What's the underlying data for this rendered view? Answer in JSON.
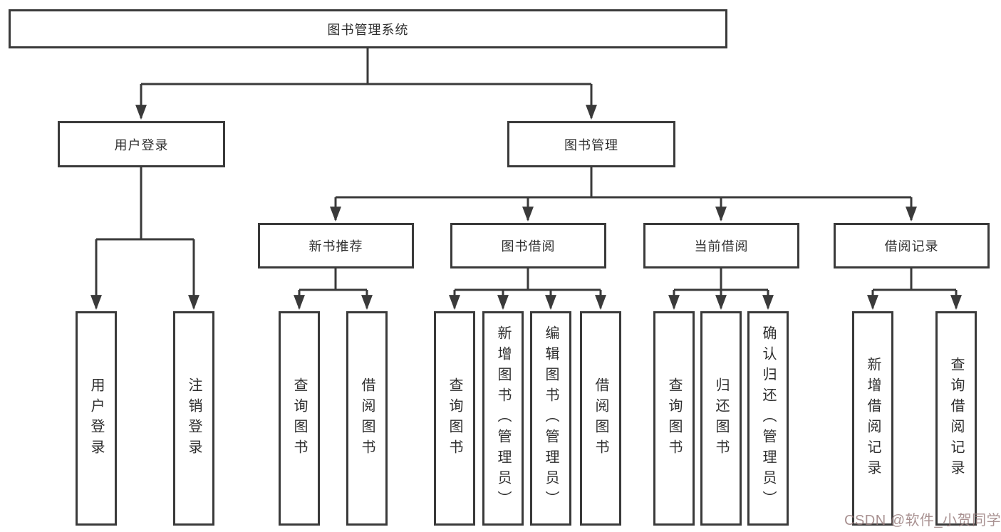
{
  "nodes": {
    "root": "图书管理系统",
    "user_login_group": "用户登录",
    "book_mgmt": "图书管理",
    "new_book_rec": "新书推荐",
    "book_borrow": "图书借阅",
    "current_borrow": "当前借阅",
    "borrow_records": "借阅记录",
    "user_login": "用户登录",
    "logout": "注销登录",
    "nb_query": "查询图书",
    "nb_borrow": "借阅图书",
    "bb_query": "查询图书",
    "bb_add": "新增图书（管理员）",
    "bb_edit": "编辑图书（管理员）",
    "bb_borrow": "借阅图书",
    "cb_query": "查询图书",
    "cb_return": "归还图书",
    "cb_confirm": "确认归还（管理员）",
    "br_add": "新增借阅记录",
    "br_query": "查询借阅记录"
  },
  "watermark": {
    "text": "CSDN @软件_小贺同学",
    "color": "#967a7a"
  },
  "colors": {
    "line": "#3a3a3a",
    "box_border": "#3a3a3a",
    "text": "#2f2f2f",
    "background": "#ffffff"
  }
}
